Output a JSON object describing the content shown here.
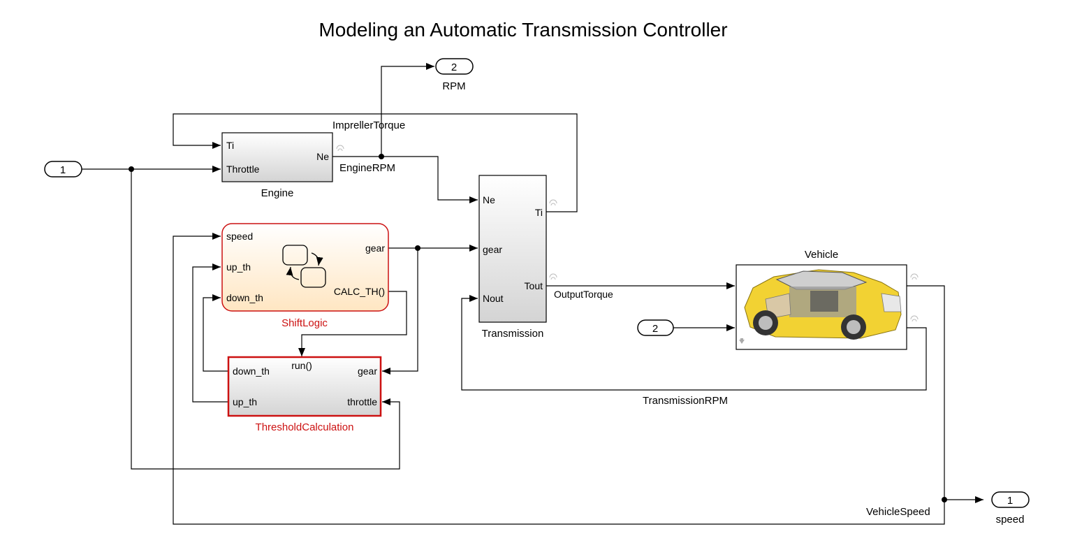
{
  "title": "Modeling an Automatic Transmission Controller",
  "colors": {
    "line": "#000000",
    "block_border": "#000000",
    "chart_border": "#cc1111",
    "chart_label": "#cc1111",
    "chart_fill_top": "#ffffff",
    "chart_fill_bottom": "#ffe6c2",
    "block_fill_top": "#ffffff",
    "block_fill_bottom": "#d4d4d4",
    "car_body": "#f2d233"
  },
  "inports": [
    {
      "number": "1"
    },
    {
      "number": "2"
    }
  ],
  "outports": [
    {
      "number": "2",
      "label": "RPM"
    },
    {
      "number": "1",
      "label": "speed"
    }
  ],
  "blocks": {
    "engine": {
      "name": "Engine",
      "inputs": [
        "Ti",
        "Throttle"
      ],
      "outputs": [
        "Ne"
      ]
    },
    "shift_logic": {
      "name": "ShiftLogic",
      "inputs": [
        "speed",
        "up_th",
        "down_th"
      ],
      "outputs": [
        "gear",
        "CALC_TH()"
      ]
    },
    "threshold": {
      "name": "ThresholdCalculation",
      "trigger": "run()",
      "inputs": [
        "gear",
        "throttle"
      ],
      "outputs": [
        "down_th",
        "up_th"
      ]
    },
    "transmission": {
      "name": "Transmission",
      "inputs": [
        "Ne",
        "gear",
        "Nout"
      ],
      "outputs": [
        "Ti",
        "Tout"
      ]
    },
    "vehicle": {
      "name": "Vehicle",
      "icon": "car-cutaway-image"
    }
  },
  "signals": {
    "impeller_torque": "ImprellerTorque",
    "engine_rpm": "EngineRPM",
    "output_torque": "OutputTorque",
    "transmission_rpm": "TransmissionRPM",
    "vehicle_speed": "VehicleSpeed"
  }
}
